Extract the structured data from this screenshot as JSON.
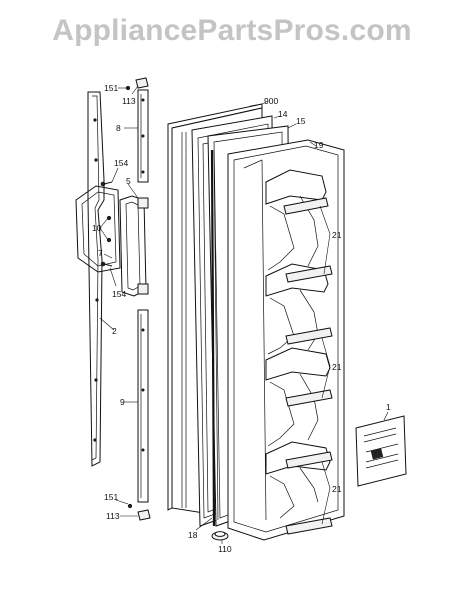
{
  "watermark": "AppliancePartsPros.com",
  "callouts": {
    "c151a": "151",
    "c113a": "113",
    "c8": "8",
    "c154a": "154",
    "c5": "5",
    "c10": "10",
    "c7": "7",
    "c154b": "154",
    "c2": "2",
    "c9": "9",
    "c151b": "151",
    "c113b": "113",
    "c900": "900",
    "c14": "14",
    "c15": "15",
    "c19": "19",
    "c21a": "21",
    "c21b": "21",
    "c21c": "21",
    "c1": "1",
    "c18": "18",
    "c110": "110"
  }
}
